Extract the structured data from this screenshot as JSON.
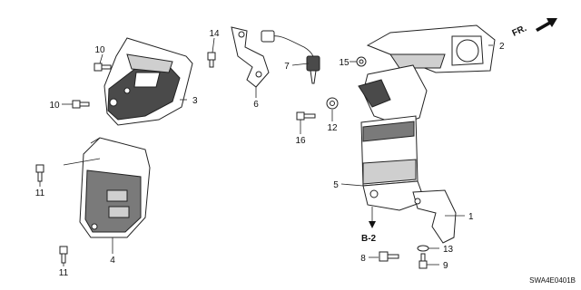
{
  "diagram": {
    "part_callouts": [
      "1",
      "2",
      "3",
      "4",
      "5",
      "6",
      "7",
      "8",
      "9",
      "10",
      "10",
      "11",
      "11",
      "12",
      "13",
      "14",
      "15",
      "16"
    ],
    "section_ref": "B-2",
    "direction_label": "FR.",
    "diagram_code": "SWA4E0401B"
  }
}
